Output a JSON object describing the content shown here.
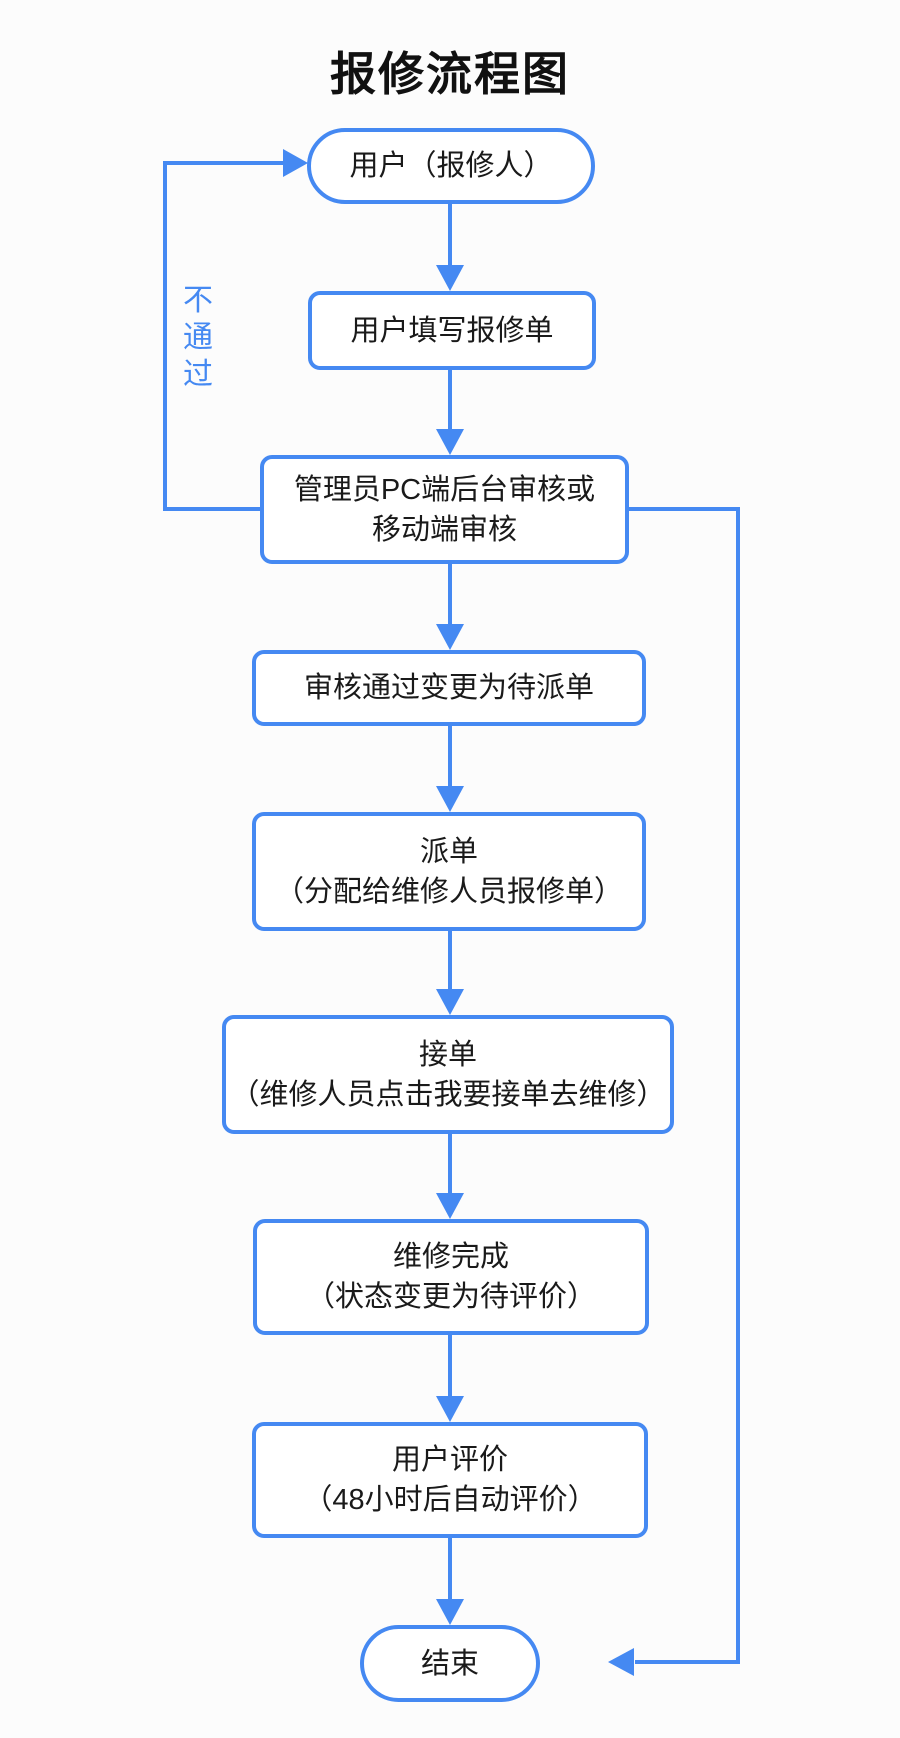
{
  "title": "报修流程图",
  "colors": {
    "line": "#4589F2",
    "text": "#1A1A1A",
    "node_fill": "#FFFFFF",
    "background": "#FCFCFC"
  },
  "edge_labels": {
    "reject": "不通过"
  },
  "nodes": {
    "start": {
      "label": "用户（报修人）"
    },
    "fill_form": {
      "label": "用户填写报修单"
    },
    "review": {
      "line1": "管理员PC端后台审核或",
      "line2": "移动端审核"
    },
    "approved": {
      "label": "审核通过变更为待派单"
    },
    "dispatch": {
      "line1": "派单",
      "line2": "（分配给维修人员报修单）"
    },
    "accept": {
      "line1": "接单",
      "line2": "（维修人员点击我要接单去维修）"
    },
    "complete": {
      "line1": "维修完成",
      "line2": "（状态变更为待评价）"
    },
    "evaluate": {
      "line1": "用户评价",
      "line2": "（48小时后自动评价）"
    },
    "end": {
      "label": "结束"
    }
  }
}
